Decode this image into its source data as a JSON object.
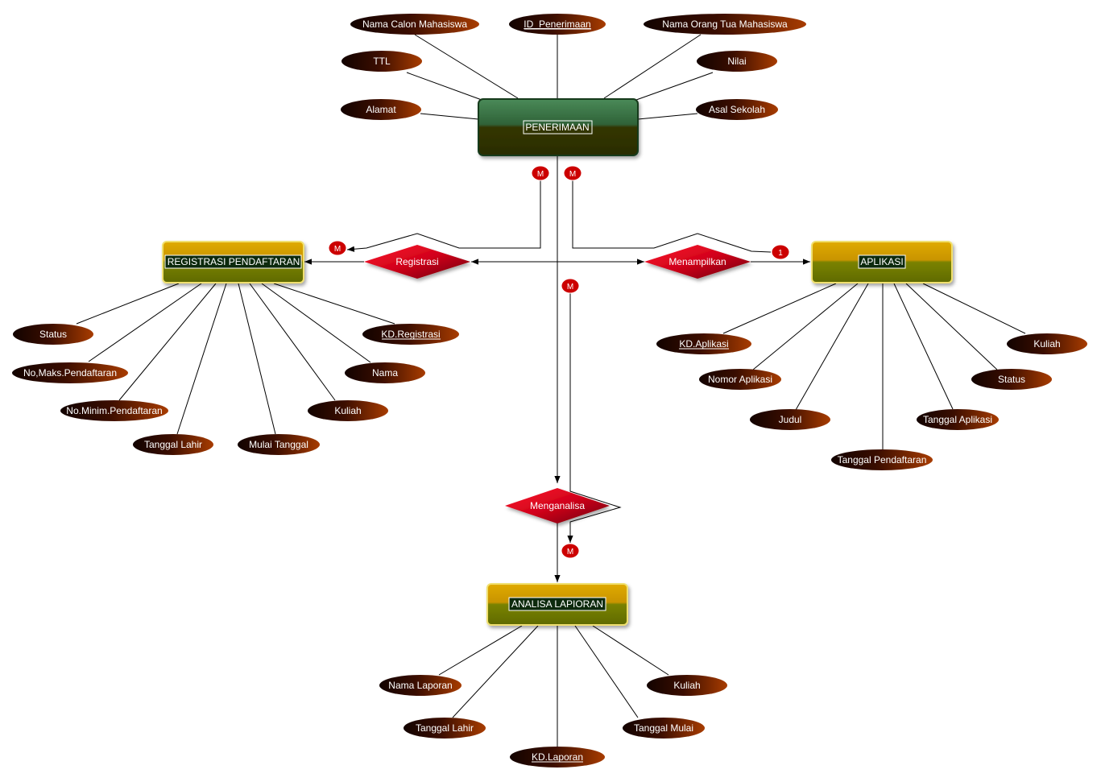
{
  "entities": {
    "penerimaan": {
      "label": "PENERIMAAN"
    },
    "registrasi_pendaftaran": {
      "label": "REGISTRASI PENDAFTARAN"
    },
    "aplikasi": {
      "label": "APLIKASI"
    },
    "analisa_lapioran": {
      "label": "ANALISA LAPIORAN"
    }
  },
  "relationships": {
    "registrasi": {
      "label": "Registrasi"
    },
    "menampilkan": {
      "label": "Menampilkan"
    },
    "menganalisa": {
      "label": "Menganalisa"
    }
  },
  "attributes": {
    "penerimaan": {
      "nama_calon_mahasiswa": "Nama Calon Mahasiswa",
      "id_penerimaan": "ID_Penerimaan",
      "nama_orang_tua": "Nama Orang Tua Mahasiswa",
      "ttl": "TTL",
      "nilai": "Nilai",
      "alamat": "Alamat",
      "asal_sekolah": "Asal Sekolah"
    },
    "registrasi": {
      "status": "Status",
      "kd_registrasi": "KD.Registrasi",
      "no_maks": "No,Maks.Pendaftaran",
      "nama": "Nama",
      "no_minim": "No.Minim.Pendaftaran",
      "kuliah": "Kuliah",
      "tanggal_lahir": "Tanggal Lahir",
      "mulai_tanggal": "Mulai Tanggal"
    },
    "aplikasi": {
      "kd_aplikasi": "KD.Aplikasi",
      "kuliah": "Kuliah",
      "nomor_aplikasi": "Nomor Aplikasi",
      "status": "Status",
      "judul": "Judul",
      "tanggal_aplikasi": "Tanggal Aplikasi",
      "tanggal_pendaftaran": "Tanggal Pendaftaran"
    },
    "analisa": {
      "nama_laporan": "Nama Laporan",
      "kuliah": "Kuliah",
      "tanggal_lahir": "Tanggal Lahir",
      "tanggal_mulai": "Tanggal Mulai",
      "kd_laporan": "KD.Laporan"
    }
  },
  "cardinalities": {
    "pen_reg": "M",
    "pen_apl": "M",
    "reg_side": "M",
    "apl_side": "1",
    "pen_ana": "M",
    "ana_side": "M"
  },
  "colors": {
    "penerimaan_top": "#3e7a4a",
    "penerimaan_bottom": "#2e3a05",
    "entity_top": "#d4a000",
    "entity_bottom": "#6b7a00",
    "attribute_dark": "#1a0500",
    "attribute_light": "#a33a00",
    "relationship": "#e8001a",
    "cardinality": "#cc0000"
  }
}
